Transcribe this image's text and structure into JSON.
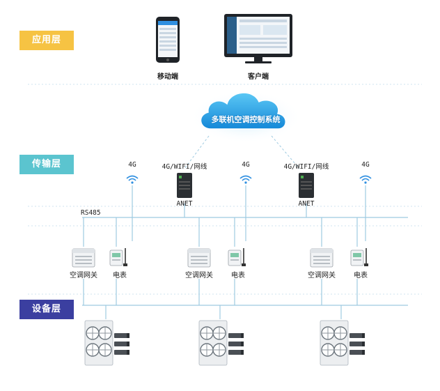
{
  "layers": {
    "application": {
      "label": "应用层",
      "color": "#f6c343"
    },
    "transport": {
      "label": "传输层",
      "color": "#5bc4cf"
    },
    "device": {
      "label": "设备层",
      "color": "#3b3fa0"
    }
  },
  "clients": {
    "mobile": {
      "label": "移动端",
      "icon": "smartphone-icon"
    },
    "desktop": {
      "label": "客户端",
      "icon": "monitor-icon"
    }
  },
  "cloud": {
    "label": "多联机空调控制系统",
    "icon": "cloud-icon",
    "color": "#1aa3e8"
  },
  "transport": {
    "wireless_label": "4G",
    "gateway_link_label": "4G/WIFI/网线",
    "gateway_name": "ANET",
    "bus_label": "RS485"
  },
  "field_devices": {
    "ac_gateway_label": "空调网关",
    "meter_label": "电表"
  },
  "colors": {
    "line": "#9ecae1",
    "dashed": "#cfe3ef",
    "gateway_body": "#2b2f33",
    "wifi": "#2f8fe0",
    "outdoor_unit": "#e9ecef",
    "fan": "#6c757d"
  }
}
